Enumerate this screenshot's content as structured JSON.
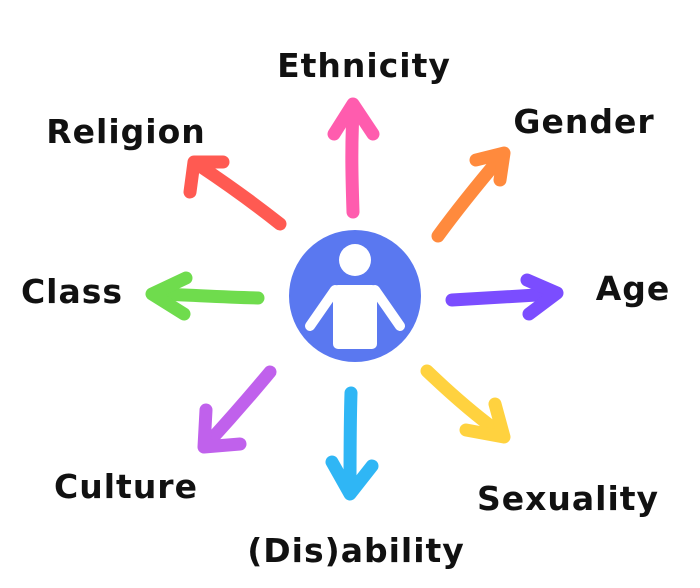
{
  "center": {
    "icon": "person-icon",
    "circle_color": "#5a78f0",
    "figure_color": "#ffffff"
  },
  "labels": {
    "ethnicity": "Ethnicity",
    "gender": "Gender",
    "age": "Age",
    "sexuality": "Sexuality",
    "disability": "(Dis)ability",
    "culture": "Culture",
    "class": "Class",
    "religion": "Religion"
  },
  "colors": {
    "ethnicity": "#ff5cae",
    "gender": "#ff8a3d",
    "age": "#7b4dff",
    "sexuality": "#ffd23f",
    "disability": "#2fb6f5",
    "culture": "#c061ec",
    "class": "#6fdc4d",
    "religion": "#ff5a52"
  }
}
